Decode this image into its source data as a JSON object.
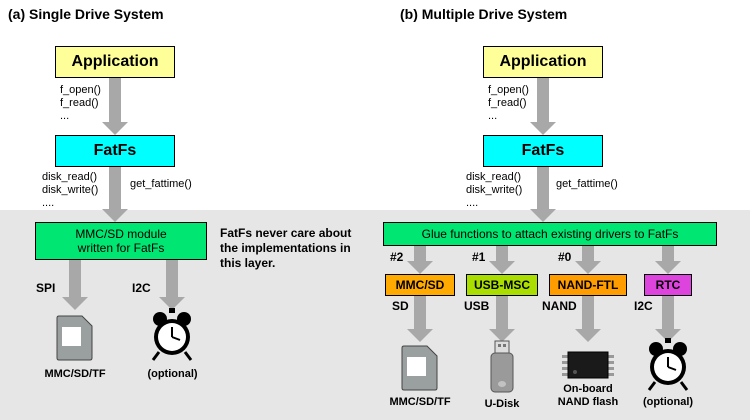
{
  "colors": {
    "application": "#ffff99",
    "fatfs": "#00ffff",
    "green_layer": "#00e673",
    "mmcsd": "#ffaa00",
    "usbmsc": "#aade00",
    "nandftl": "#ff9c00",
    "rtc": "#dd44dd",
    "arrow": "#a8a8a8",
    "layer_bg": "#e6e6e6"
  },
  "left": {
    "title": "(a) Single Drive System",
    "application": "Application",
    "calls": [
      "f_open()",
      "f_read()",
      "..."
    ],
    "fatfs": "FatFs",
    "disk_calls": [
      "disk_read()",
      "disk_write()",
      "...."
    ],
    "get_fattime": "get_fattime()",
    "module": "MMC/SD module written for FatFs",
    "note": "FatFs never care about the implementations in this layer.",
    "spi": "SPI",
    "i2c": "I2C",
    "card": "MMC/SD/TF",
    "optional": "(optional)"
  },
  "right": {
    "title": "(b) Multiple Drive System",
    "application": "Application",
    "calls": [
      "f_open()",
      "f_read()",
      "..."
    ],
    "fatfs": "FatFs",
    "disk_calls": [
      "disk_read()",
      "disk_write()",
      "...."
    ],
    "get_fattime": "get_fattime()",
    "glue": "Glue functions to attach existing drivers to FatFs",
    "drivers": [
      {
        "num": "#2",
        "label": "MMC/SD",
        "bus": "SD",
        "device": "MMC/SD/TF"
      },
      {
        "num": "#1",
        "label": "USB-MSC",
        "bus": "USB",
        "device": "U-Disk"
      },
      {
        "num": "#0",
        "label": "NAND-FTL",
        "bus": "NAND",
        "device": "On-board NAND flash"
      },
      {
        "num": "",
        "label": "RTC",
        "bus": "I2C",
        "device": "(optional)"
      }
    ]
  }
}
